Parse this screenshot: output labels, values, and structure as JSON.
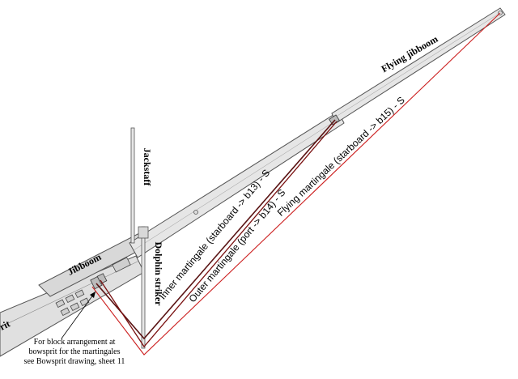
{
  "labels": {
    "flying_jibboom": "Flying jibboom",
    "jackstaff": "Jackstaff",
    "jibboom": "Jibboom",
    "dolphin_striker": "Dolphin striker",
    "bowsprit_fragment": "rit",
    "inner_martingale": "Inner martingale (starboard -> b13) - S",
    "outer_martingale": "Outer martingale (port -> b14) - S",
    "flying_martingale": "Flying martingale (starboard -> b15) - S",
    "note_line1": "For block arrangement at",
    "note_line2": "bowsprit for the martingales",
    "note_line3": "see Bowsprit drawing, sheet 11"
  },
  "colors": {
    "spar_fill": "#e6e6e6",
    "spar_stroke": "#555555",
    "martingale_dark": "#5a1414",
    "martingale_red": "#cc1f1f",
    "text": "#000000"
  }
}
